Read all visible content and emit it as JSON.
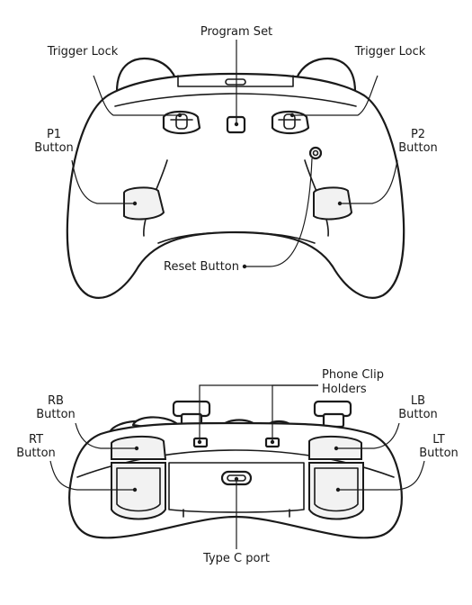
{
  "top_view": {
    "program_set": "Program Set",
    "trigger_lock_left": "Trigger Lock",
    "trigger_lock_right": "Trigger Lock",
    "p1_line1": "P1",
    "p1_line2": "Button",
    "p2_line1": "P2",
    "p2_line2": "Button",
    "reset": "Reset Button"
  },
  "rear_view": {
    "phone_clip_line1": "Phone Clip",
    "phone_clip_line2": "Holders",
    "rb_line1": "RB",
    "rb_line2": "Button",
    "lb_line1": "LB",
    "lb_line2": "Button",
    "rt_line1": "RT",
    "rt_line2": "Button",
    "lt_line1": "LT",
    "lt_line2": "Button",
    "type_c": "Type C port"
  }
}
